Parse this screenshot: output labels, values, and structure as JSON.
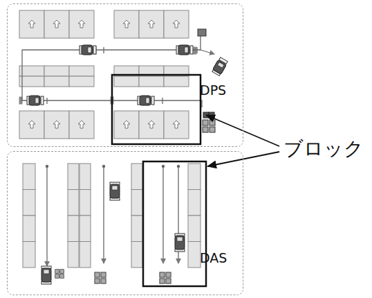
{
  "diagram": {
    "nodes": [
      {
        "text": [
          "DPS"
        ]
      },
      {
        "text": [
          "DAS"
        ]
      }
    ],
    "labels": [
      "ブロック"
    ]
  }
}
